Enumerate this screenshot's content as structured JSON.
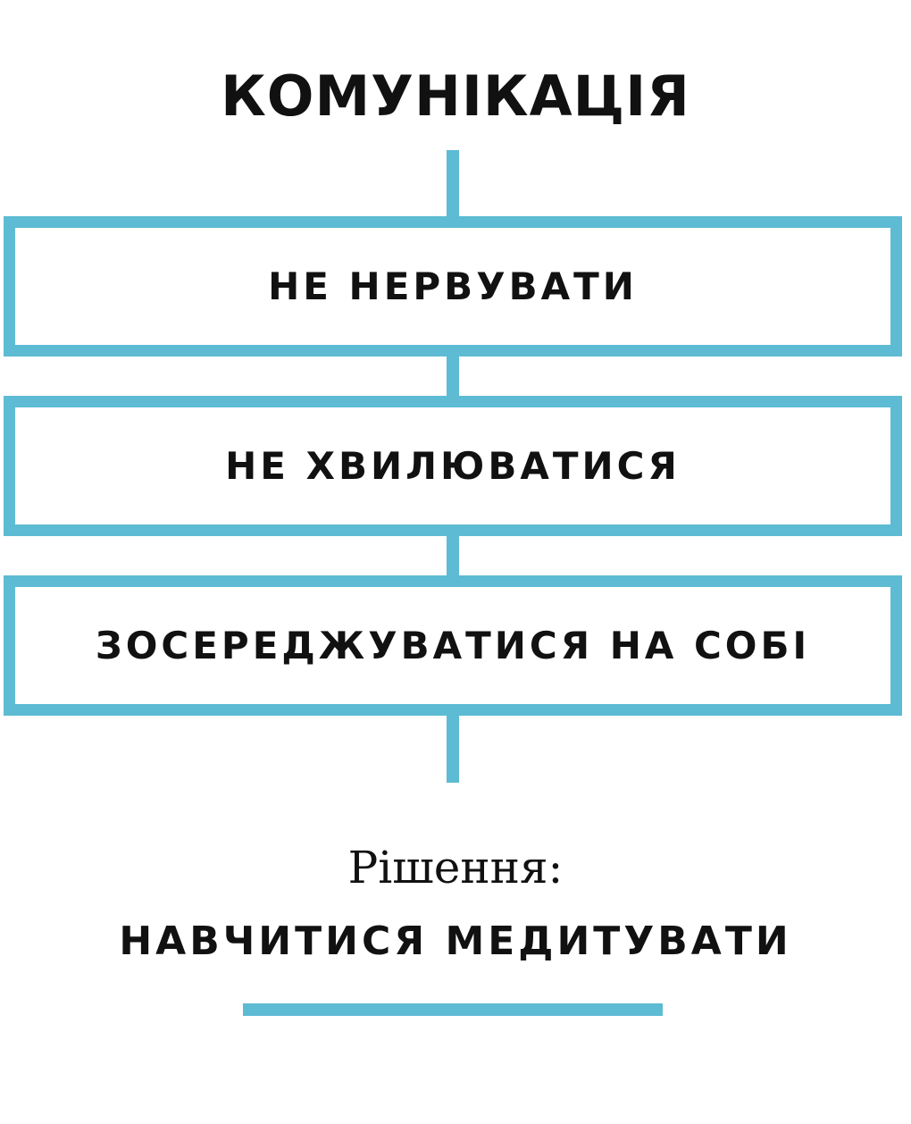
{
  "title": "КОМУНІКАЦІЯ",
  "steps": [
    {
      "label": "НЕ НЕРВУВАТИ"
    },
    {
      "label": "НЕ ХВИЛЮВАТИСЯ"
    },
    {
      "label": "ЗОСЕРЕДЖУВАТИСЯ НА СОБІ"
    }
  ],
  "solution": {
    "label": "Рішення:",
    "value": "НАВЧИТИСЯ МЕДИТУВАТИ"
  },
  "colors": {
    "accent": "#5dbbd3",
    "text": "#111111",
    "background": "#ffffff"
  }
}
